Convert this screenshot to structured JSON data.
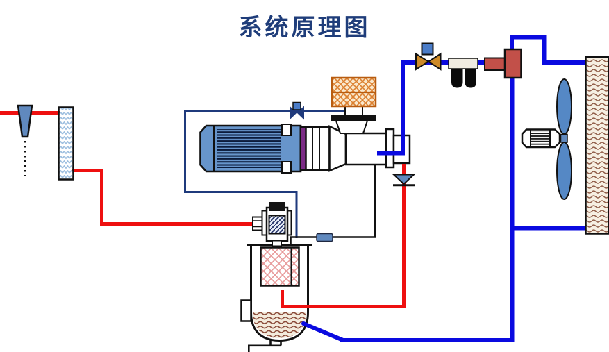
{
  "title": {
    "text": "系统原理图"
  },
  "colors": {
    "red": "#EE1010",
    "blue": "#0A0AE0",
    "navy": "#1F3A7C",
    "line_black": "#111111",
    "motor_blue": "#6795CB",
    "purple": "#7C2B86",
    "steel": "#6089BE",
    "valve_cap_blue": "#4A7CC8",
    "valve_orange": "#CD8A28",
    "regulator_red": "#C25049",
    "fan_blue": "#5588C5",
    "title_navy": "#1F3D7A"
  },
  "patterns": {
    "inlet_filter_wave": "#9FC0E0",
    "intake_filter_cross": "#DC8030",
    "intake_filter_border": "#B85C10",
    "tank_filter_cross": "#E89A9A",
    "heat_exchanger_wave": "#8F5B46",
    "oil_wave": "#8A4A38"
  },
  "components": [
    "inlet-funnel",
    "inlet-filter",
    "drive-motor",
    "vacuum-pump",
    "gas-ballast-valve",
    "intake-filter",
    "discharge-port",
    "check-valve",
    "oil-sight-glass",
    "oil-return-valve",
    "oil-separator-tank",
    "tank-filter-element",
    "oil-level-glass",
    "shutoff-valve",
    "exhaust-filter",
    "pressure-regulator",
    "cooling-fan",
    "fan-motor",
    "heat-exchanger"
  ],
  "pipes": {
    "oil_line_color": "#EE1010",
    "gas_line_color": "#0A0AE0",
    "control_line_color": "#1F3A7C",
    "drain_line_color": "#111111"
  }
}
